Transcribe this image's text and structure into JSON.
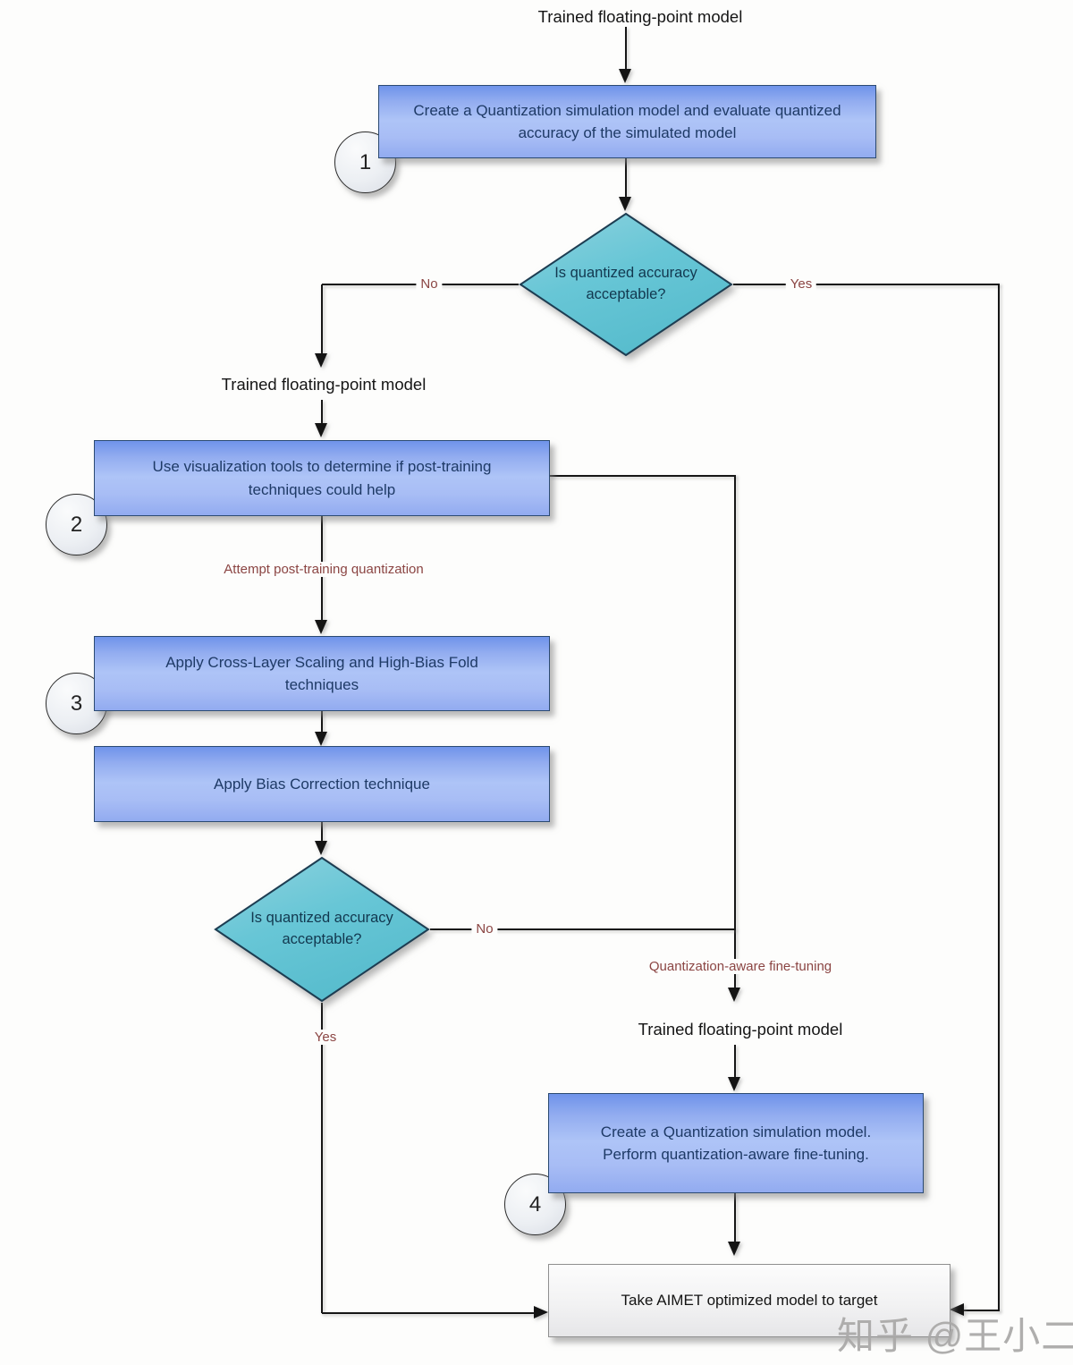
{
  "diagram": {
    "nodes": {
      "fp_top": "Trained floating-point model",
      "step1": "Create a Quantization simulation model and evaluate quantized accuracy of the simulated model",
      "decision1": "Is quantized accuracy acceptable?",
      "fp_left": "Trained floating-point model",
      "step2": "Use visualization tools to determine if post-training techniques could help",
      "step3": "Apply Cross-Layer Scaling and High-Bias Fold techniques",
      "step4": "Apply Bias Correction technique",
      "decision2": "Is quantized accuracy acceptable?",
      "fp_right": "Trained floating-point model",
      "step5": "Create a Quantization simulation model.\nPerform quantization-aware fine-tuning.",
      "final": "Take AIMET optimized model to target"
    },
    "edge_labels": {
      "no1": "No",
      "yes1": "Yes",
      "attempt_ptq": "Attempt post-training quantization",
      "no2": "No",
      "qat": "Quantization-aware fine-tuning",
      "yes2": "Yes"
    },
    "badges": [
      "1",
      "2",
      "3",
      "4"
    ],
    "watermark": "知乎 @王小二",
    "colors": {
      "step_fill": "#9cb4f2",
      "step_border": "#2b4a72",
      "decision_fill": "#66c6d6",
      "final_fill": "#f1f1f2",
      "edge_label_red": "#8b4543",
      "connector": "#161616"
    }
  }
}
